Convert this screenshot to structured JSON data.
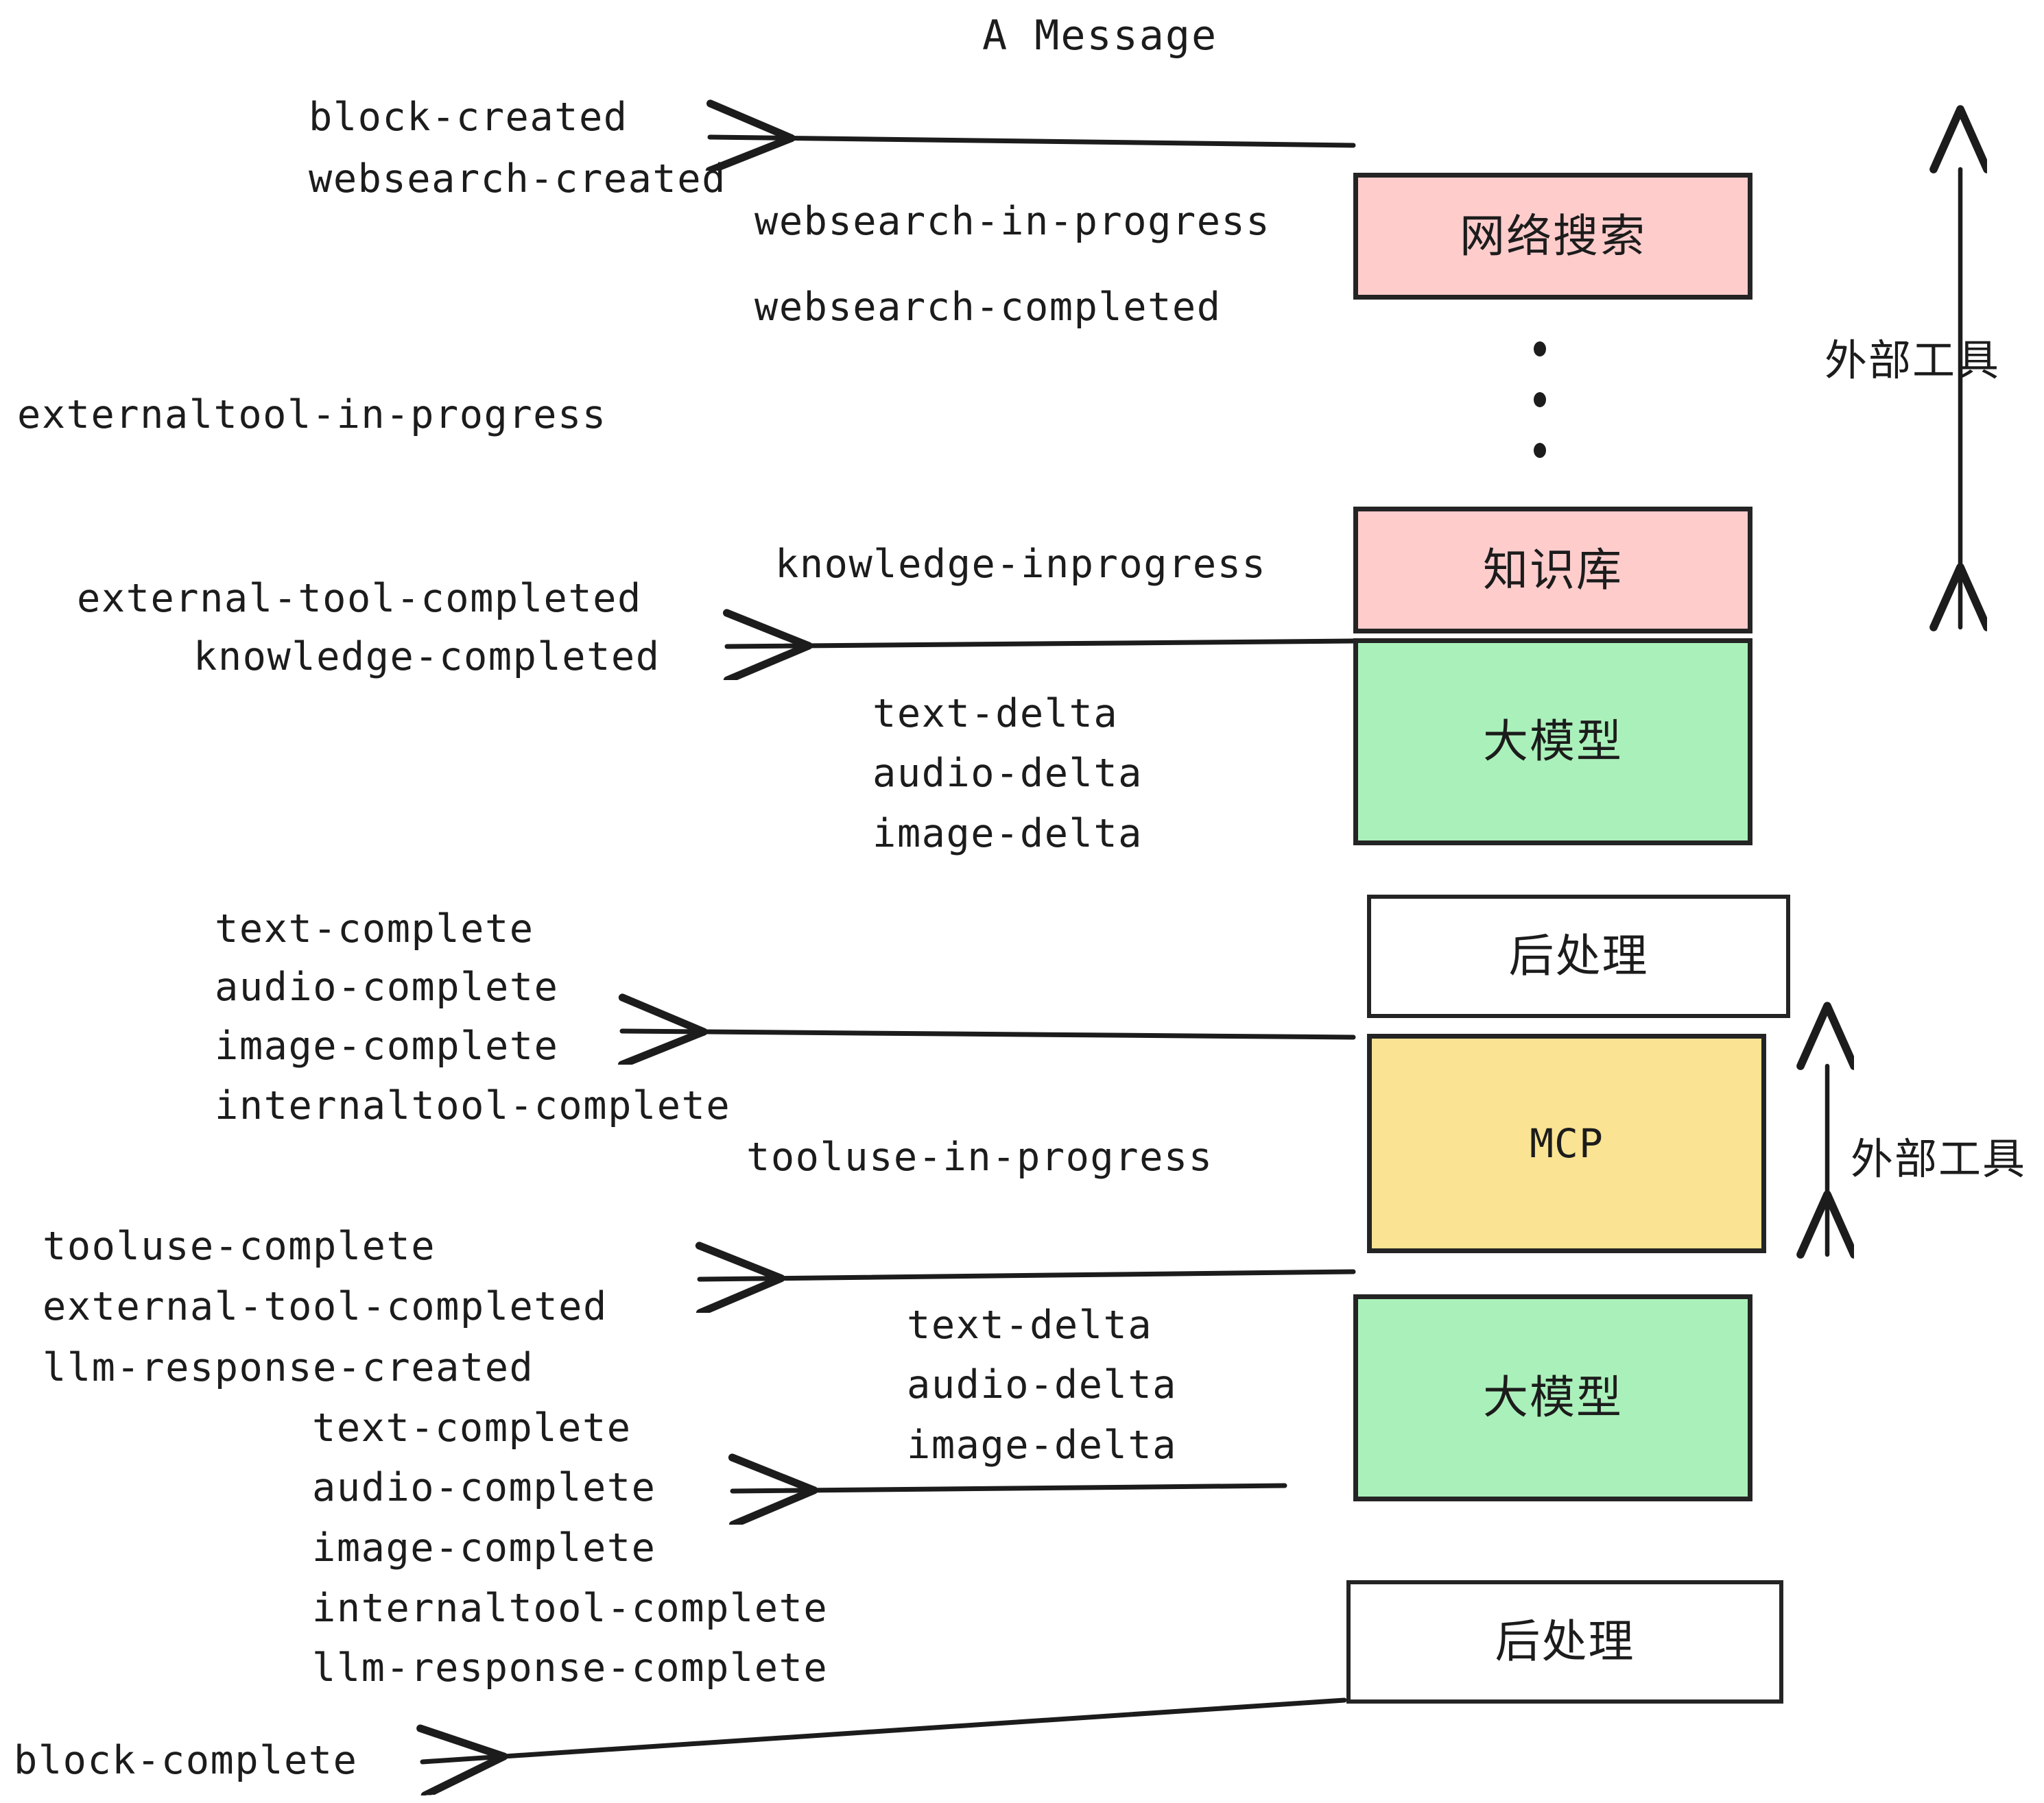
{
  "title": "A Message",
  "colors": {
    "pink": "#FFCCCC",
    "green": "#AAF0BA",
    "yellow": "#FAE392",
    "white": "#FFFFFF",
    "stroke": "#242424",
    "text": "#1C1C1C",
    "background": "#FFFFFF"
  },
  "boxes": [
    {
      "label": "网络搜索",
      "kind": "cjk",
      "fill": "pink",
      "name": "web-search-box"
    },
    {
      "label": "知识库",
      "kind": "cjk",
      "fill": "pink",
      "name": "knowledge-base-box"
    },
    {
      "label": "大模型",
      "kind": "cjk",
      "fill": "green",
      "name": "llm-box-upper"
    },
    {
      "label": "后处理",
      "kind": "cjk",
      "fill": "white",
      "name": "post-process-box-upper"
    },
    {
      "label": "MCP",
      "kind": "latin",
      "fill": "yellow",
      "name": "mcp-box"
    },
    {
      "label": "大模型",
      "kind": "cjk",
      "fill": "green",
      "name": "llm-box-lower"
    },
    {
      "label": "后处理",
      "kind": "cjk",
      "fill": "white",
      "name": "post-process-box-lower"
    }
  ],
  "side_labels": [
    {
      "text": "外部工具",
      "name": "external-tool-label-upper"
    },
    {
      "text": "外部工具",
      "name": "external-tool-label-lower"
    }
  ],
  "events": [
    {
      "text": "block-created",
      "name": "event-block-created"
    },
    {
      "text": "websearch-created",
      "name": "event-websearch-created"
    },
    {
      "text": "websearch-in-progress",
      "name": "event-websearch-in-progress"
    },
    {
      "text": "websearch-completed",
      "name": "event-websearch-completed"
    },
    {
      "text": "externaltool-in-progress",
      "name": "event-externaltool-in-progress"
    },
    {
      "text": "knowledge-inprogress",
      "name": "event-knowledge-inprogress"
    },
    {
      "text": "external-tool-completed",
      "name": "event-external-tool-completed-upper"
    },
    {
      "text": "knowledge-completed",
      "name": "event-knowledge-completed"
    },
    {
      "text": "text-delta",
      "name": "event-text-delta-upper"
    },
    {
      "text": "audio-delta",
      "name": "event-audio-delta-upper"
    },
    {
      "text": "image-delta",
      "name": "event-image-delta-upper"
    },
    {
      "text": "text-complete",
      "name": "event-text-complete-upper"
    },
    {
      "text": "audio-complete",
      "name": "event-audio-complete-upper"
    },
    {
      "text": "image-complete",
      "name": "event-image-complete-upper"
    },
    {
      "text": "internaltool-complete",
      "name": "event-internaltool-complete-upper"
    },
    {
      "text": "tooluse-in-progress",
      "name": "event-tooluse-in-progress"
    },
    {
      "text": "tooluse-complete",
      "name": "event-tooluse-complete"
    },
    {
      "text": "external-tool-completed",
      "name": "event-external-tool-completed-lower"
    },
    {
      "text": "llm-response-created",
      "name": "event-llm-response-created"
    },
    {
      "text": "text-delta",
      "name": "event-text-delta-lower"
    },
    {
      "text": "audio-delta",
      "name": "event-audio-delta-lower"
    },
    {
      "text": "image-delta",
      "name": "event-image-delta-lower"
    },
    {
      "text": "text-complete",
      "name": "event-text-complete-lower"
    },
    {
      "text": "audio-complete",
      "name": "event-audio-complete-lower"
    },
    {
      "text": "image-complete",
      "name": "event-image-complete-lower"
    },
    {
      "text": "internaltool-complete",
      "name": "event-internaltool-complete-lower"
    },
    {
      "text": "llm-response-complete",
      "name": "event-llm-response-complete"
    },
    {
      "text": "block-complete",
      "name": "event-block-complete"
    }
  ]
}
